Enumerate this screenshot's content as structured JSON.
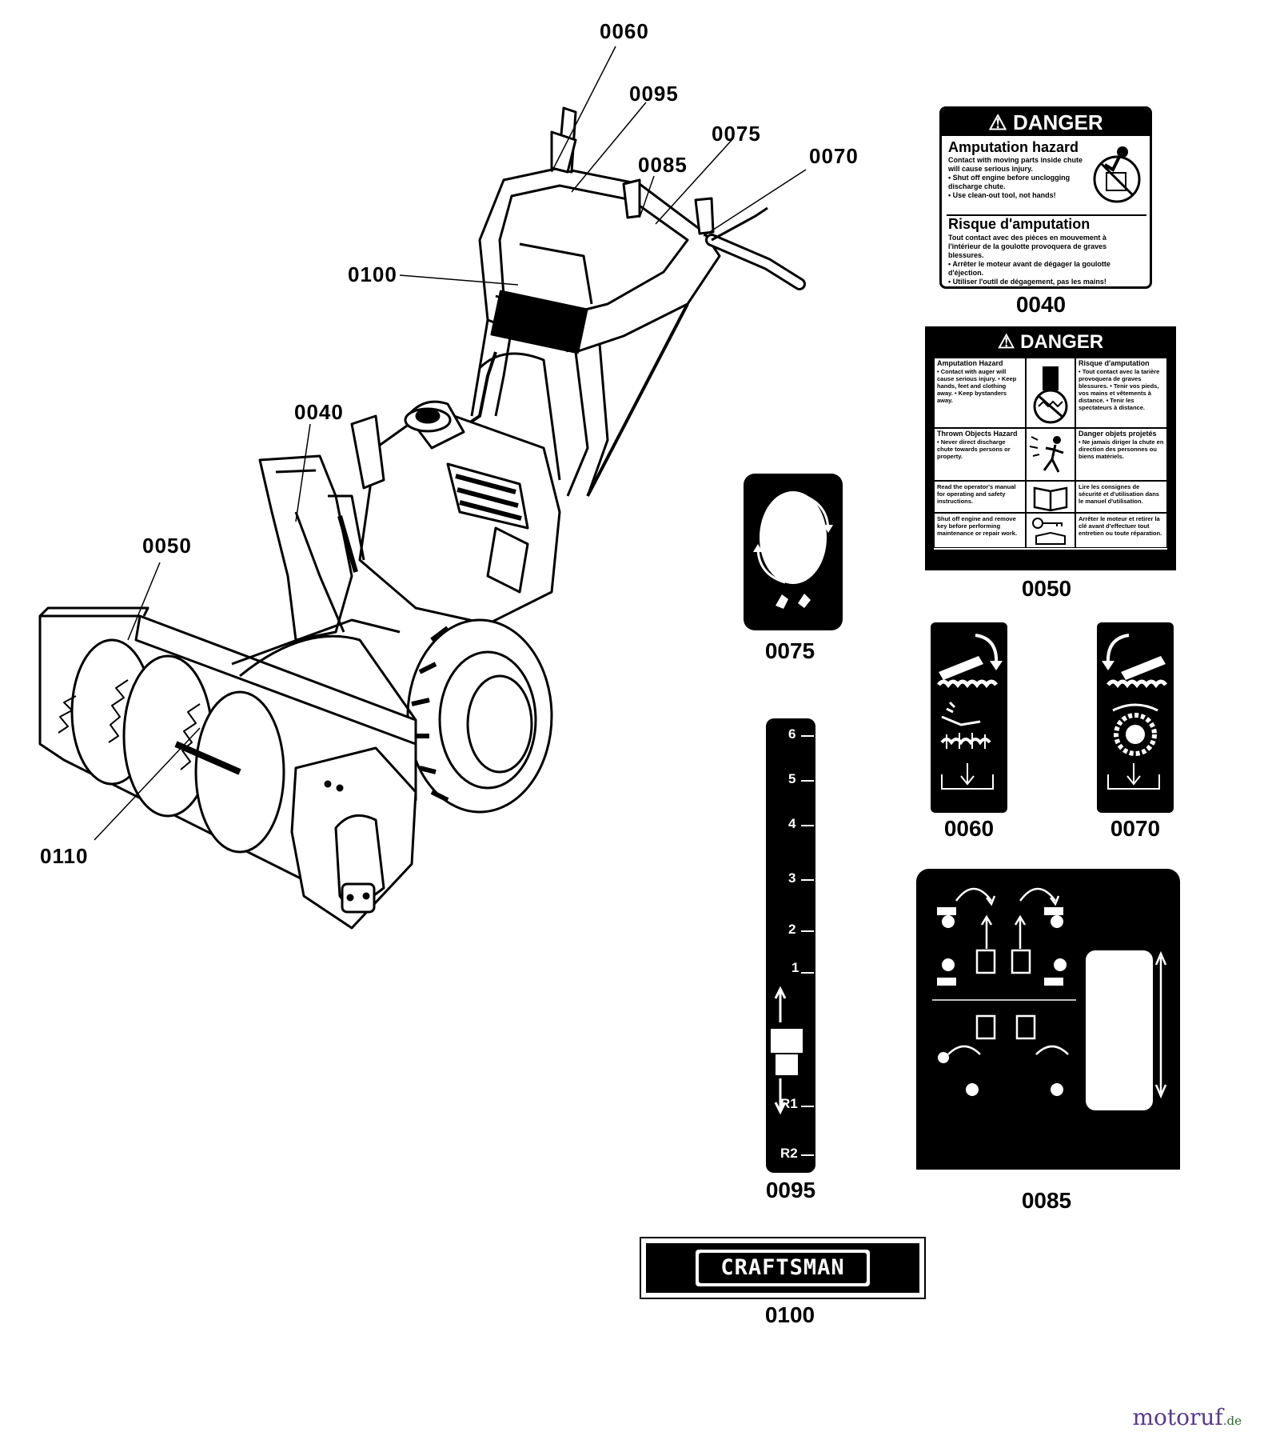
{
  "callouts": {
    "c0060": "0060",
    "c0095": "0095",
    "c0075": "0075",
    "c0085": "0085",
    "c0070": "0070",
    "c0100": "0100",
    "c0040": "0040",
    "c0050": "0050",
    "c0110": "0110"
  },
  "decal_labels": {
    "d0040": "0040",
    "d0050": "0050",
    "d0075": "0075",
    "d0060": "0060",
    "d0070": "0070",
    "d0095": "0095",
    "d0085": "0085",
    "d0100": "0100"
  },
  "decal_0040": {
    "header": "DANGER",
    "title_en": "Amputation hazard",
    "text_en_1": "Contact with moving parts inside chute will cause serious injury.",
    "text_en_2": "• Shut off engine before unclogging discharge chute.",
    "text_en_3": "• Use clean-out tool, not hands!",
    "title_fr": "Risque d'amputation",
    "text_fr_1": "Tout contact avec des pièces en mouvement à l'intérieur de la goulotte provoquera de graves blessures.",
    "text_fr_2": "• Arrêter le moteur avant de dégager la goulotte d'éjection.",
    "text_fr_3": "• Utiliser l'outil de dégagement, pas les mains!"
  },
  "decal_0050": {
    "header": "DANGER",
    "r1_en_title": "Amputation Hazard",
    "r1_en_text": "• Contact with auger will cause serious injury. • Keep hands, feet and clothing away. • Keep bystanders away.",
    "r1_fr_title": "Risque d'amputation",
    "r1_fr_text": "• Tout contact avec la tarière provoquera de graves blessures. • Tenir vos pieds, vos mains et vêtements à distance. • Tenir les spectateurs à distance.",
    "r2_en_title": "Thrown Objects Hazard",
    "r2_en_text": "• Never direct discharge chute towards persons or property.",
    "r2_fr_title": "Danger objets projetés",
    "r2_fr_text": "• Ne jamais diriger la chute en direction des personnes ou biens matériels.",
    "r3_en_text": "Read the operator's manual for operating and safety instructions.",
    "r3_fr_text": "Lire les consignes de sécurité et d'utilisation dans le manuel d'utilisation.",
    "r4_en_text": "Shut off engine and remove key before performing maintenance or repair work.",
    "r4_fr_text": "Arrêter le moteur et retirer la clé avant d'effectuer tout entretien ou toute réparation."
  },
  "decal_0095": {
    "speeds": [
      "6",
      "5",
      "4",
      "3",
      "2",
      "1",
      "R1",
      "R2"
    ]
  },
  "decal_0100": {
    "brand": "CRAFTSMAN"
  },
  "watermark": {
    "name": "motoruf",
    "suffix": ".de"
  }
}
